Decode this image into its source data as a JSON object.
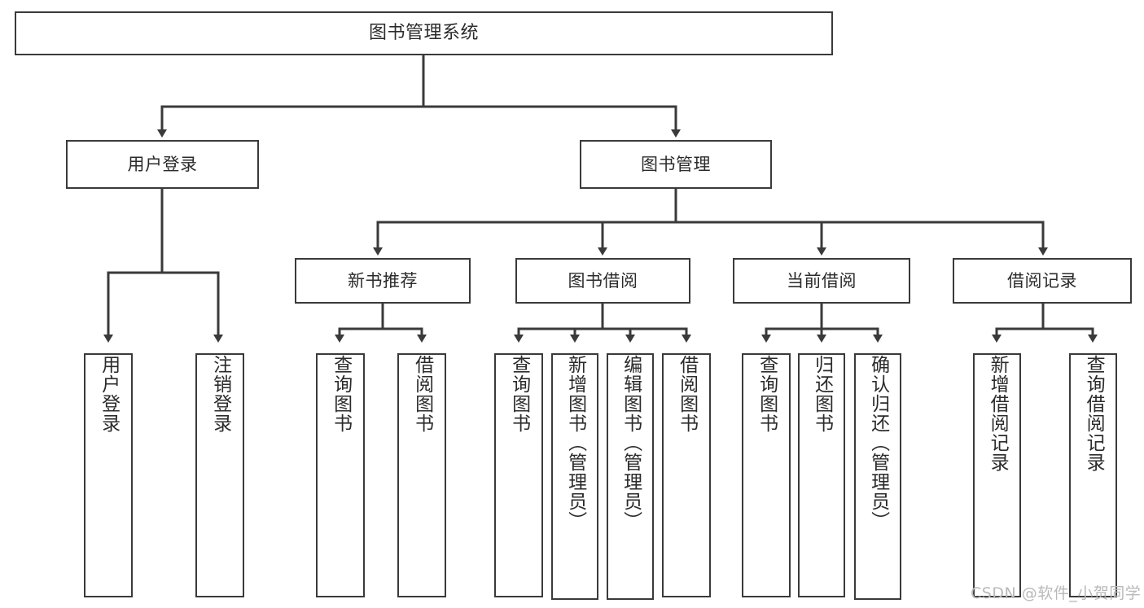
{
  "diagram": {
    "title": "图书管理系统",
    "type": "hierarchy-tree",
    "watermark": "CSDN @软件_小贺同学",
    "colors": {
      "box_border": "#3a3a3a",
      "box_fill": "#ffffff",
      "connector": "#3a3a3a",
      "text": "#2b2b2b",
      "watermark": "#b9b9b9",
      "background": "#ffffff"
    },
    "root": {
      "label": "图书管理系统"
    },
    "level2": [
      {
        "id": "user-login",
        "label": "用户登录"
      },
      {
        "id": "book-manage",
        "label": "图书管理"
      }
    ],
    "level3": [
      {
        "id": "new-book-rec",
        "label": "新书推荐"
      },
      {
        "id": "book-borrow",
        "label": "图书借阅"
      },
      {
        "id": "current-borrow",
        "label": "当前借阅"
      },
      {
        "id": "borrow-record",
        "label": "借阅记录"
      }
    ],
    "leaves": [
      {
        "id": "leaf-user-login",
        "parent": "user-login",
        "label": "用户登录"
      },
      {
        "id": "leaf-logout",
        "parent": "user-login",
        "label": "注销登录"
      },
      {
        "id": "leaf-query-book-1",
        "parent": "new-book-rec",
        "label": "查询图书"
      },
      {
        "id": "leaf-borrow-book-1",
        "parent": "new-book-rec",
        "label": "借阅图书"
      },
      {
        "id": "leaf-query-book-2",
        "parent": "book-borrow",
        "label": "查询图书"
      },
      {
        "id": "leaf-add-book",
        "parent": "book-borrow",
        "label": "新增图书（管理员）"
      },
      {
        "id": "leaf-edit-book",
        "parent": "book-borrow",
        "label": "编辑图书（管理员）"
      },
      {
        "id": "leaf-borrow-book-2",
        "parent": "book-borrow",
        "label": "借阅图书"
      },
      {
        "id": "leaf-query-book-3",
        "parent": "current-borrow",
        "label": "查询图书"
      },
      {
        "id": "leaf-return-book",
        "parent": "current-borrow",
        "label": "归还图书"
      },
      {
        "id": "leaf-confirm-return",
        "parent": "current-borrow",
        "label": "确认归还（管理员）"
      },
      {
        "id": "leaf-add-record",
        "parent": "borrow-record",
        "label": "新增借阅记录"
      },
      {
        "id": "leaf-query-record",
        "parent": "borrow-record",
        "label": "查询借阅记录"
      }
    ]
  }
}
